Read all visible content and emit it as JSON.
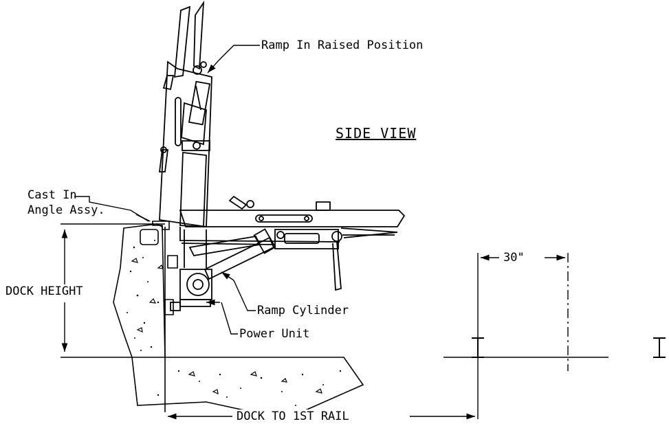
{
  "labels": {
    "view_title": "SIDE VIEW",
    "ramp_raised": "Ramp In Raised Position",
    "cast_in_line1": "Cast In",
    "cast_in_line2": "Angle Assy.",
    "dock_height": "DOCK HEIGHT",
    "ramp_cylinder": "Ramp Cylinder",
    "power_unit": "Power Unit",
    "rail_spacing": "30\"",
    "dock_to_rail": "DOCK TO 1ST RAIL"
  },
  "colors": {
    "ink": "#000000",
    "paper": "#ffffff"
  }
}
